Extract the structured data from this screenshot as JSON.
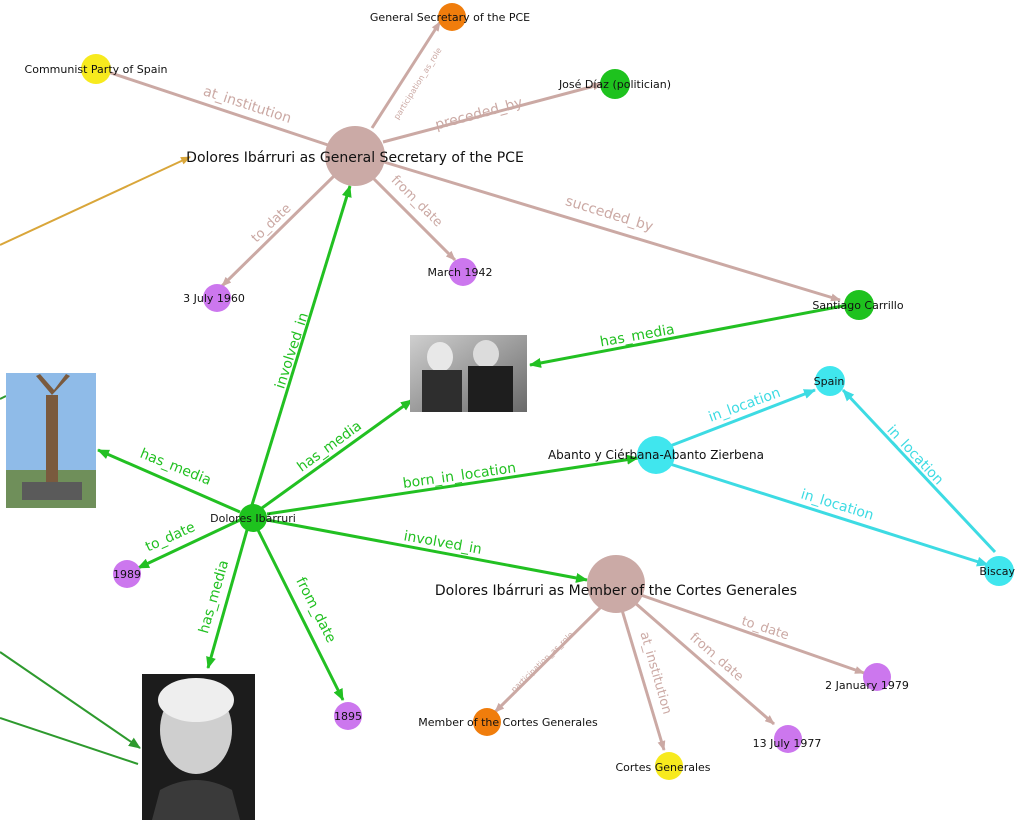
{
  "colors": {
    "event": "#cbaaa6",
    "person": "#1ec21e",
    "date": "#cc77ee",
    "role": "#f07d0c",
    "institution": "#f7ea1e",
    "place": "#40e6ee",
    "edge_event": "#cba9a4",
    "edge_person": "#22c022",
    "edge_place": "#3ddbe3",
    "edge_orange": "#d9a63a",
    "edge_dark": "#2e9a2e",
    "photo_bw": "#444444",
    "photo_statue": "#8ab4e0"
  },
  "nodes": {
    "gs_event": "Dolores Ibárruri as General Secretary of the PCE",
    "gs_role": "General Secretary of the PCE",
    "pce": "Communist Party of Spain",
    "jose_diaz": "José Díaz (politician)",
    "july1960": "3 July 1960",
    "march1942": "March 1942",
    "carrillo": "Santiago Carrillo",
    "dolores": "Dolores Ibárruri",
    "y1989": "1989",
    "y1895": "1895",
    "abanto": "Abanto y Ciérbana-Abanto Zierbena",
    "spain": "Spain",
    "biscay": "Biscay",
    "mc_event": "Dolores Ibárruri as Member of the Cortes Generales",
    "mc_role": "Member of the Cortes Generales",
    "cortes": "Cortes Generales",
    "jan1979": "2 January 1979",
    "july1977": "13 July 1977"
  },
  "edges": {
    "gs_participation": "participation_as_role",
    "gs_institution": "at_institution",
    "gs_preceded": "preceded_by",
    "gs_to_date": "to_date",
    "gs_from_date": "from_date",
    "gs_succeded": "succeded_by",
    "d_involved_gs": "involved_in",
    "carrillo_media": "has_media",
    "d_media_photo": "has_media",
    "d_media_statue": "has_media",
    "d_to_date": "to_date",
    "d_born": "born_in_location",
    "d_involved_mc": "involved_in",
    "d_media_portrait": "has_media",
    "d_from_date": "from_date",
    "abanto_spain": "in_location",
    "abanto_biscay": "in_location",
    "biscay_spain": "in_location",
    "mc_participation": "participation_as_role",
    "mc_institution": "at_institution",
    "mc_from_date": "from_date",
    "mc_to_date": "to_date"
  }
}
